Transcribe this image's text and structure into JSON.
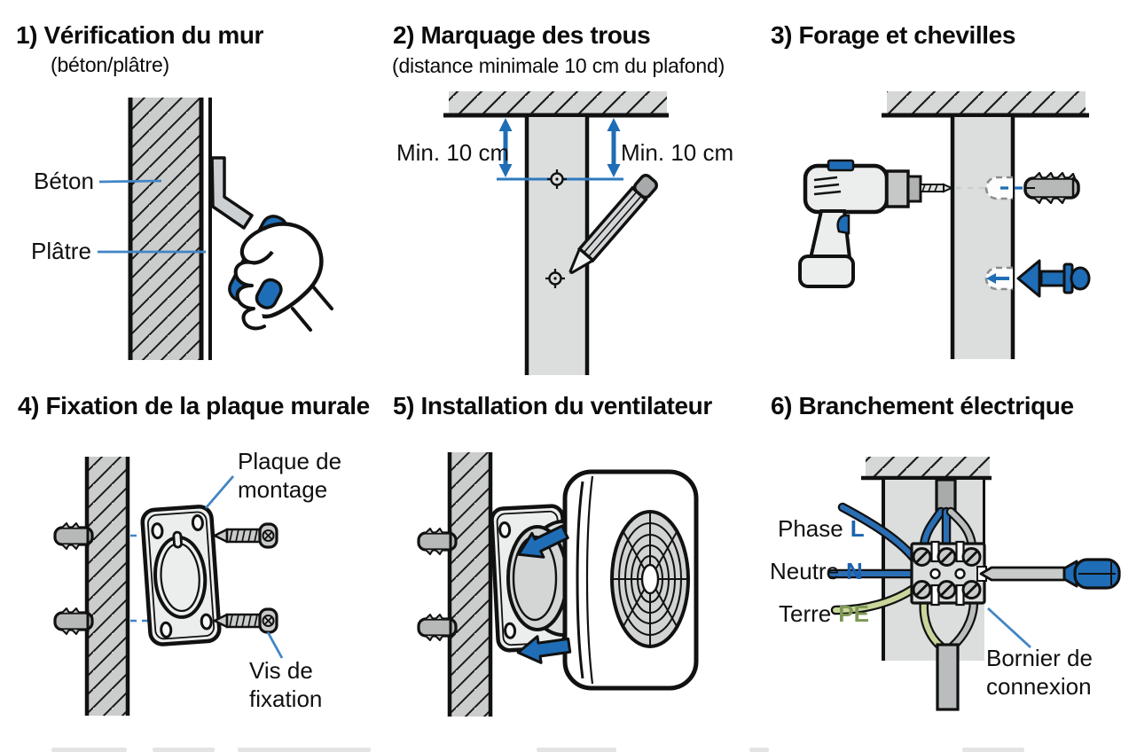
{
  "page": {
    "background": "#ffffff"
  },
  "colors": {
    "accent_blue": "#1f6db6",
    "leader_blue": "#4285c4",
    "label_code_blue": "#1b63ae",
    "terre_green": "#7d9754",
    "wire_green": "#c8d69b",
    "ink": "#111111"
  },
  "panels": [
    {
      "title": "1) Vérification du mur",
      "subtitle": "(béton/plâtre)",
      "labels": {
        "beton": "Béton",
        "platre": "Plâtre"
      }
    },
    {
      "title": "2) Marquage des trous",
      "subtitle": "(distance minimale 10 cm du plafond)",
      "labels": {
        "min_left": "Min. 10 cm",
        "min_right": "Min. 10 cm"
      }
    },
    {
      "title": "3) Forage et chevilles",
      "labels": {}
    },
    {
      "title": "4) Fixation de la plaque murale",
      "labels": {
        "plaque": "Plaque de montage",
        "vis": "Vis de fixation"
      }
    },
    {
      "title": "5) Installation du ventilateur",
      "labels": {}
    },
    {
      "title": "6) Branchement électrique",
      "labels": {
        "phase_word": "Phase",
        "phase_code": "L",
        "neutre_word": "Neutre",
        "neutre_code": "N",
        "terre_word": "Terre",
        "terre_code": "PE",
        "bornier": "Bornier de connexion"
      }
    }
  ]
}
